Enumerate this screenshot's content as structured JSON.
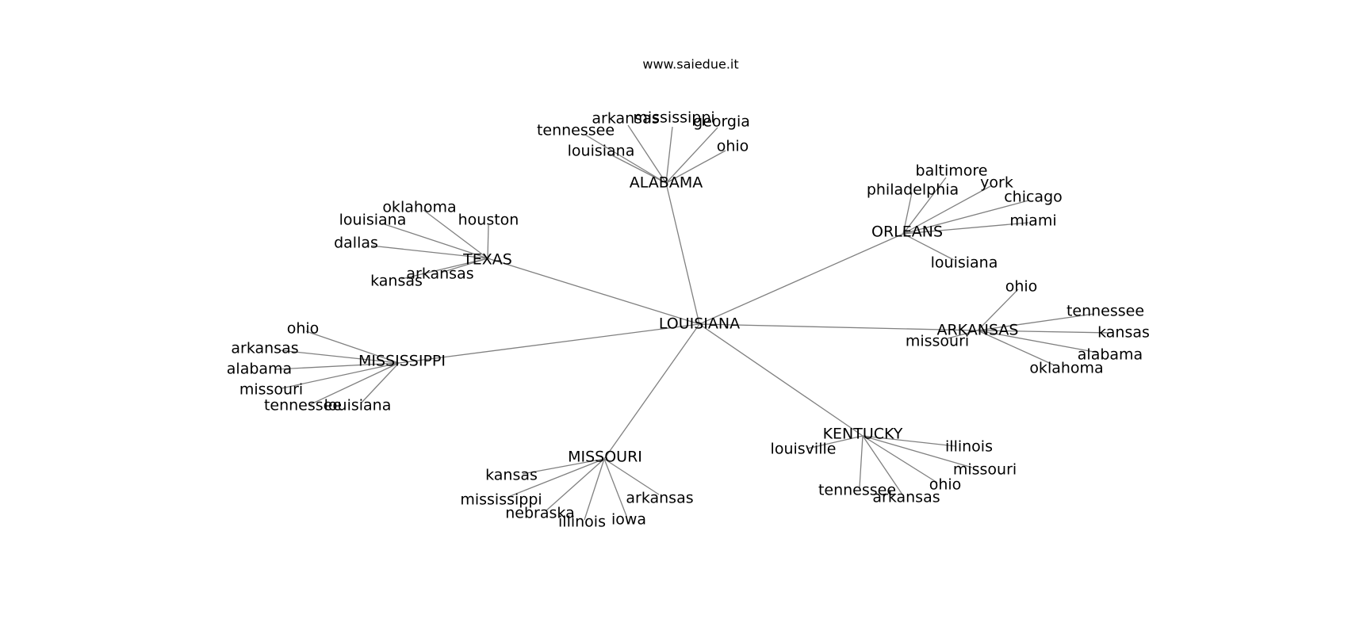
{
  "header": {
    "site": "www.saiedue.it"
  },
  "graph": {
    "root": "LOUISIANA",
    "hubs": [
      {
        "id": "alabama",
        "label": "ALABAMA",
        "leaves": [
          "arkansas",
          "mississippi",
          "georgia",
          "tennessee",
          "louisiana",
          "ohio"
        ]
      },
      {
        "id": "orleans",
        "label": "ORLEANS",
        "leaves": [
          "baltimore",
          "philadelphia",
          "york",
          "chicago",
          "miami",
          "louisiana"
        ]
      },
      {
        "id": "texas",
        "label": "TEXAS",
        "leaves": [
          "oklahoma",
          "louisiana",
          "houston",
          "dallas",
          "arkansas",
          "kansas"
        ]
      },
      {
        "id": "arkansas",
        "label": "ARKANSAS",
        "leaves": [
          "ohio",
          "tennessee",
          "kansas",
          "missouri",
          "alabama",
          "oklahoma"
        ]
      },
      {
        "id": "mississippi",
        "label": "MISSISSIPPI",
        "leaves": [
          "ohio",
          "arkansas",
          "alabama",
          "missouri",
          "tennessee",
          "louisiana"
        ]
      },
      {
        "id": "kentucky",
        "label": "KENTUCKY",
        "leaves": [
          "louisville",
          "illinois",
          "missouri",
          "ohio",
          "tennessee",
          "arkansas"
        ]
      },
      {
        "id": "missouri",
        "label": "MISSOURI",
        "leaves": [
          "kansas",
          "arkansas",
          "mississippi",
          "nebraska",
          "illinois",
          "iowa"
        ]
      }
    ]
  }
}
